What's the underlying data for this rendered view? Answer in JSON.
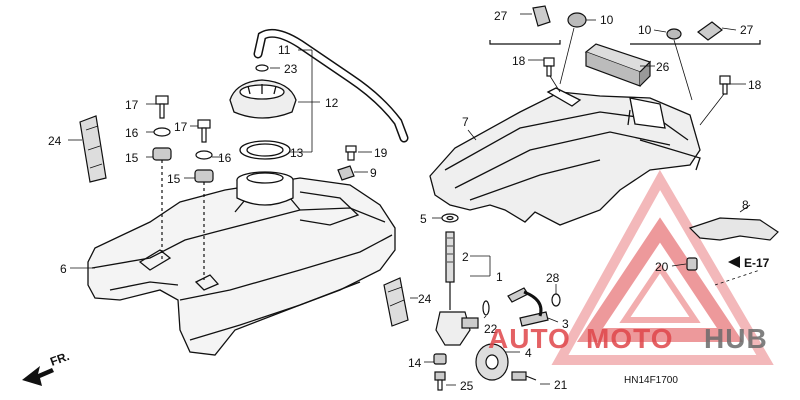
{
  "callouts": {
    "p27a": "27",
    "p10a": "10",
    "p10b": "10",
    "p27b": "27",
    "p11": "11",
    "p23": "23",
    "p12": "12",
    "p13": "13",
    "p17a": "17",
    "p16a": "16",
    "p15a": "15",
    "p17b": "17",
    "p16b": "16",
    "p15b": "15",
    "p24a": "24",
    "p24b": "24",
    "p6": "6",
    "p19": "19",
    "p9": "9",
    "p18a": "18",
    "p18b": "18",
    "p26": "26",
    "p7": "7",
    "p5": "5",
    "p2": "2",
    "p1": "1",
    "p22": "22",
    "p28": "28",
    "p3": "3",
    "p4": "4",
    "p14": "14",
    "p25": "25",
    "p21": "21",
    "p8": "8",
    "p20": "20"
  },
  "ref_label": "E-17",
  "front_label": "FR.",
  "diagram_code": "HN14F1700",
  "watermark": {
    "part1": "AUTO",
    "part2": "MOTO",
    "part3": "HUB",
    "color_red": "#e0464a",
    "color_grey": "#6b6b6b"
  }
}
